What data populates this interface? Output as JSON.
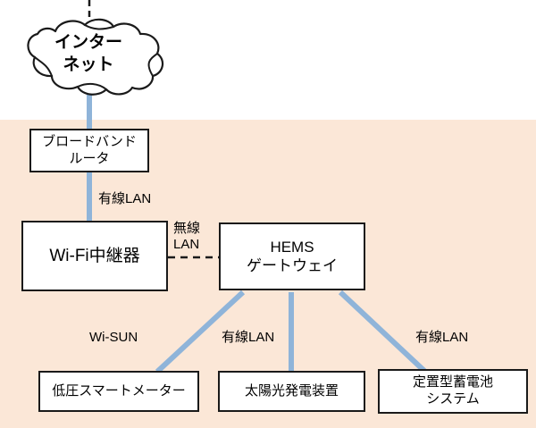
{
  "diagram": {
    "title_internal": "HEMS home network topology",
    "zones": [
      {
        "name": "home-zone",
        "color": "#fbe7d7"
      }
    ],
    "colors": {
      "zone_background": "#fbe7d7",
      "page_background": "#ffffff",
      "node_fill": "#ffffff",
      "node_border": "#1a1a1a",
      "wired_link": "#8fb4d9",
      "wireless_link": "#000000",
      "text": "#000000"
    },
    "cloud": {
      "label": "インター\nネット",
      "uplink_style": "dashed"
    },
    "nodes": [
      {
        "id": "router",
        "label": "ブロードバンド\nルータ"
      },
      {
        "id": "repeater",
        "label": "Wi-Fi中継器"
      },
      {
        "id": "hems",
        "label": "HEMS\nゲートウェイ"
      },
      {
        "id": "meter",
        "label": "低圧スマートメーター"
      },
      {
        "id": "solar",
        "label": "太陽光発電装置"
      },
      {
        "id": "battery",
        "label": "定置型蓄電池\nシステム"
      }
    ],
    "edges": [
      {
        "id": "cloud-router",
        "label": "",
        "style": "solid-blue"
      },
      {
        "id": "router-repeater",
        "label": "有線LAN",
        "style": "solid-blue"
      },
      {
        "id": "repeater-hems",
        "label": "無線\nLAN",
        "style": "dashed-black"
      },
      {
        "id": "hems-meter",
        "label": "Wi-SUN",
        "style": "solid-blue"
      },
      {
        "id": "hems-solar",
        "label": "有線LAN",
        "style": "solid-blue"
      },
      {
        "id": "hems-battery",
        "label": "有線LAN",
        "style": "solid-blue"
      }
    ]
  }
}
